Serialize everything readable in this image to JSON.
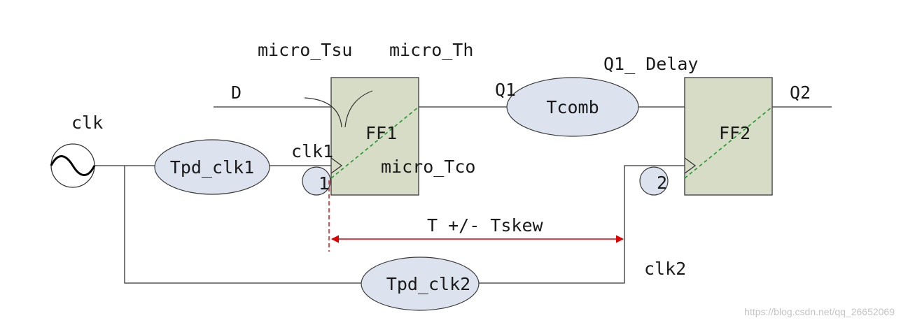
{
  "labels": {
    "micro_tsu": "micro_Tsu",
    "micro_th": "micro_Th",
    "q1_delay": "Q1_ Delay",
    "d": "D",
    "q1": "Q1",
    "q2": "Q2",
    "clk": "clk",
    "clk1": "clk1",
    "clk2": "clk2",
    "micro_tco": "micro_Tco",
    "t_skew": "T +/-  Tskew"
  },
  "blocks": {
    "ff1": "FF1",
    "ff2": "FF2",
    "tcomb": "Tcomb",
    "tpd_clk1": "Tpd_clk1",
    "tpd_clk2": "Tpd_clk2"
  },
  "markers": {
    "m1": "1",
    "m2": "2"
  },
  "watermark": "https://blog.csdn.net/qq_26652069",
  "colors": {
    "ellipse_fill": "#dce3ef",
    "flipflop_fill": "#d7dcc6",
    "arrow": "#e00000",
    "dashed_diagonal": "#1f9a2a"
  },
  "icons": {
    "clock_source": "sine-wave-source-icon"
  }
}
